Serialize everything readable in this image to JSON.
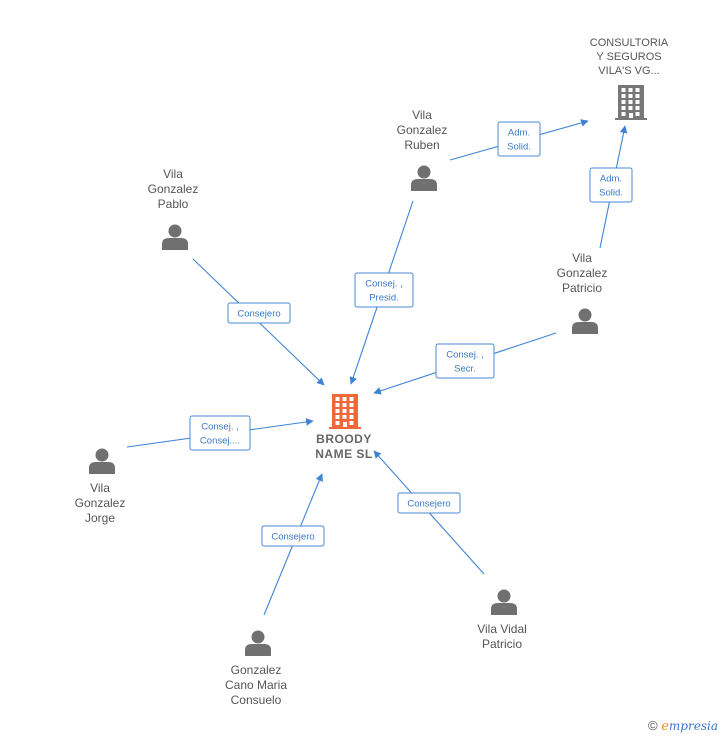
{
  "center": {
    "label": [
      "BROODY",
      "NAME  SL"
    ],
    "color": "#f0673a"
  },
  "company": {
    "label": [
      "CONSULTORIA",
      "Y SEGUROS",
      "VILA'S VG..."
    ],
    "color": "#777777"
  },
  "people": [
    {
      "id": "ruben",
      "label": [
        "Vila",
        "Gonzalez",
        "Ruben"
      ]
    },
    {
      "id": "pablo",
      "label": [
        "Vila",
        "Gonzalez",
        "Pablo"
      ]
    },
    {
      "id": "patricio",
      "label": [
        "Vila",
        "Gonzalez",
        "Patricio"
      ]
    },
    {
      "id": "jorge",
      "label": [
        "Vila",
        "Gonzalez",
        "Jorge"
      ]
    },
    {
      "id": "consuelo",
      "label": [
        "Gonzalez",
        "Cano Maria",
        "Consuelo"
      ]
    },
    {
      "id": "vidal",
      "label": [
        "Vila Vidal",
        "Patricio"
      ]
    }
  ],
  "edges": [
    {
      "from": "ruben",
      "to": "center",
      "label": [
        "Consej. ,",
        "Presid."
      ]
    },
    {
      "from": "pablo",
      "to": "center",
      "label": [
        "Consejero"
      ]
    },
    {
      "from": "patricio",
      "to": "center",
      "label": [
        "Consej. ,",
        "Secr."
      ]
    },
    {
      "from": "jorge",
      "to": "center",
      "label": [
        "Consej. ,",
        "Consej...."
      ]
    },
    {
      "from": "consuelo",
      "to": "center",
      "label": [
        "Consejero"
      ]
    },
    {
      "from": "vidal",
      "to": "center",
      "label": [
        "Consejero"
      ]
    },
    {
      "from": "ruben",
      "to": "company",
      "label": [
        "Adm.",
        "Solid."
      ]
    },
    {
      "from": "patricio",
      "to": "company",
      "label": [
        "Adm.",
        "Solid."
      ]
    }
  ],
  "colors": {
    "edge": "#3f84d4",
    "person": "#707070",
    "text": "#555555"
  },
  "footer": {
    "copyright": "©",
    "brand_initial": "e",
    "brand_rest": "mpresia"
  }
}
